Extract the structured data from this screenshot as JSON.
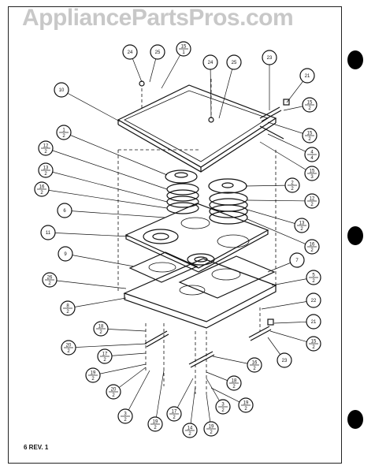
{
  "watermark": "AppliancePartsPros.com",
  "revision_note": "6 REV. 1",
  "callouts": [
    {
      "id": "c1",
      "top": "24",
      "bottom": ""
    },
    {
      "id": "c2",
      "top": "25",
      "bottom": ""
    },
    {
      "id": "c3",
      "top": "15",
      "bottom": "1"
    },
    {
      "id": "c4",
      "top": "24",
      "bottom": ""
    },
    {
      "id": "c5",
      "top": "25",
      "bottom": ""
    },
    {
      "id": "c6",
      "top": "23",
      "bottom": ""
    },
    {
      "id": "c7",
      "top": "21",
      "bottom": ""
    },
    {
      "id": "c8",
      "top": "10",
      "bottom": ""
    },
    {
      "id": "c9",
      "top": "15",
      "bottom": "2"
    },
    {
      "id": "c10",
      "top": "15",
      "bottom": "2"
    },
    {
      "id": "c11",
      "top": "4",
      "bottom": "4"
    },
    {
      "id": "c12",
      "top": "15",
      "bottom": "3"
    },
    {
      "id": "c13",
      "top": "1",
      "bottom": "2"
    },
    {
      "id": "c14",
      "top": "12",
      "bottom": "2"
    },
    {
      "id": "c15",
      "top": "13",
      "bottom": "2"
    },
    {
      "id": "c16",
      "top": "16",
      "bottom": "2"
    },
    {
      "id": "c17",
      "top": "2",
      "bottom": "2"
    },
    {
      "id": "c18",
      "top": "12",
      "bottom": "2"
    },
    {
      "id": "c19",
      "top": "6",
      "bottom": ""
    },
    {
      "id": "c20",
      "top": "13",
      "bottom": "2"
    },
    {
      "id": "c21",
      "top": "11",
      "bottom": ""
    },
    {
      "id": "c22",
      "top": "16",
      "bottom": "2"
    },
    {
      "id": "c23",
      "top": "9",
      "bottom": ""
    },
    {
      "id": "c24",
      "top": "7",
      "bottom": ""
    },
    {
      "id": "c25",
      "top": "26",
      "bottom": "2"
    },
    {
      "id": "c26",
      "top": "5",
      "bottom": "2"
    },
    {
      "id": "c27",
      "top": "8",
      "bottom": "2"
    },
    {
      "id": "c28",
      "top": "22",
      "bottom": ""
    },
    {
      "id": "c29",
      "top": "18",
      "bottom": "2"
    },
    {
      "id": "c30",
      "top": "21",
      "bottom": ""
    },
    {
      "id": "c31",
      "top": "20",
      "bottom": "2"
    },
    {
      "id": "c32",
      "top": "15",
      "bottom": "2"
    },
    {
      "id": "c33",
      "top": "17",
      "bottom": "2"
    },
    {
      "id": "c34",
      "top": "23",
      "bottom": ""
    },
    {
      "id": "c35",
      "top": "19",
      "bottom": "2"
    },
    {
      "id": "c36",
      "top": "16",
      "bottom": "2"
    },
    {
      "id": "c37",
      "top": "18",
      "bottom": "2"
    },
    {
      "id": "c38",
      "top": "20",
      "bottom": "2"
    },
    {
      "id": "c39",
      "top": "3",
      "bottom": "2"
    },
    {
      "id": "c40",
      "top": "3",
      "bottom": "2"
    },
    {
      "id": "c41",
      "top": "19",
      "bottom": "2"
    },
    {
      "id": "c42",
      "top": "17",
      "bottom": "2"
    },
    {
      "id": "c43",
      "top": "19",
      "bottom": "2"
    },
    {
      "id": "c44",
      "top": "14",
      "bottom": "2"
    },
    {
      "id": "c45",
      "top": "19",
      "bottom": "2"
    }
  ]
}
